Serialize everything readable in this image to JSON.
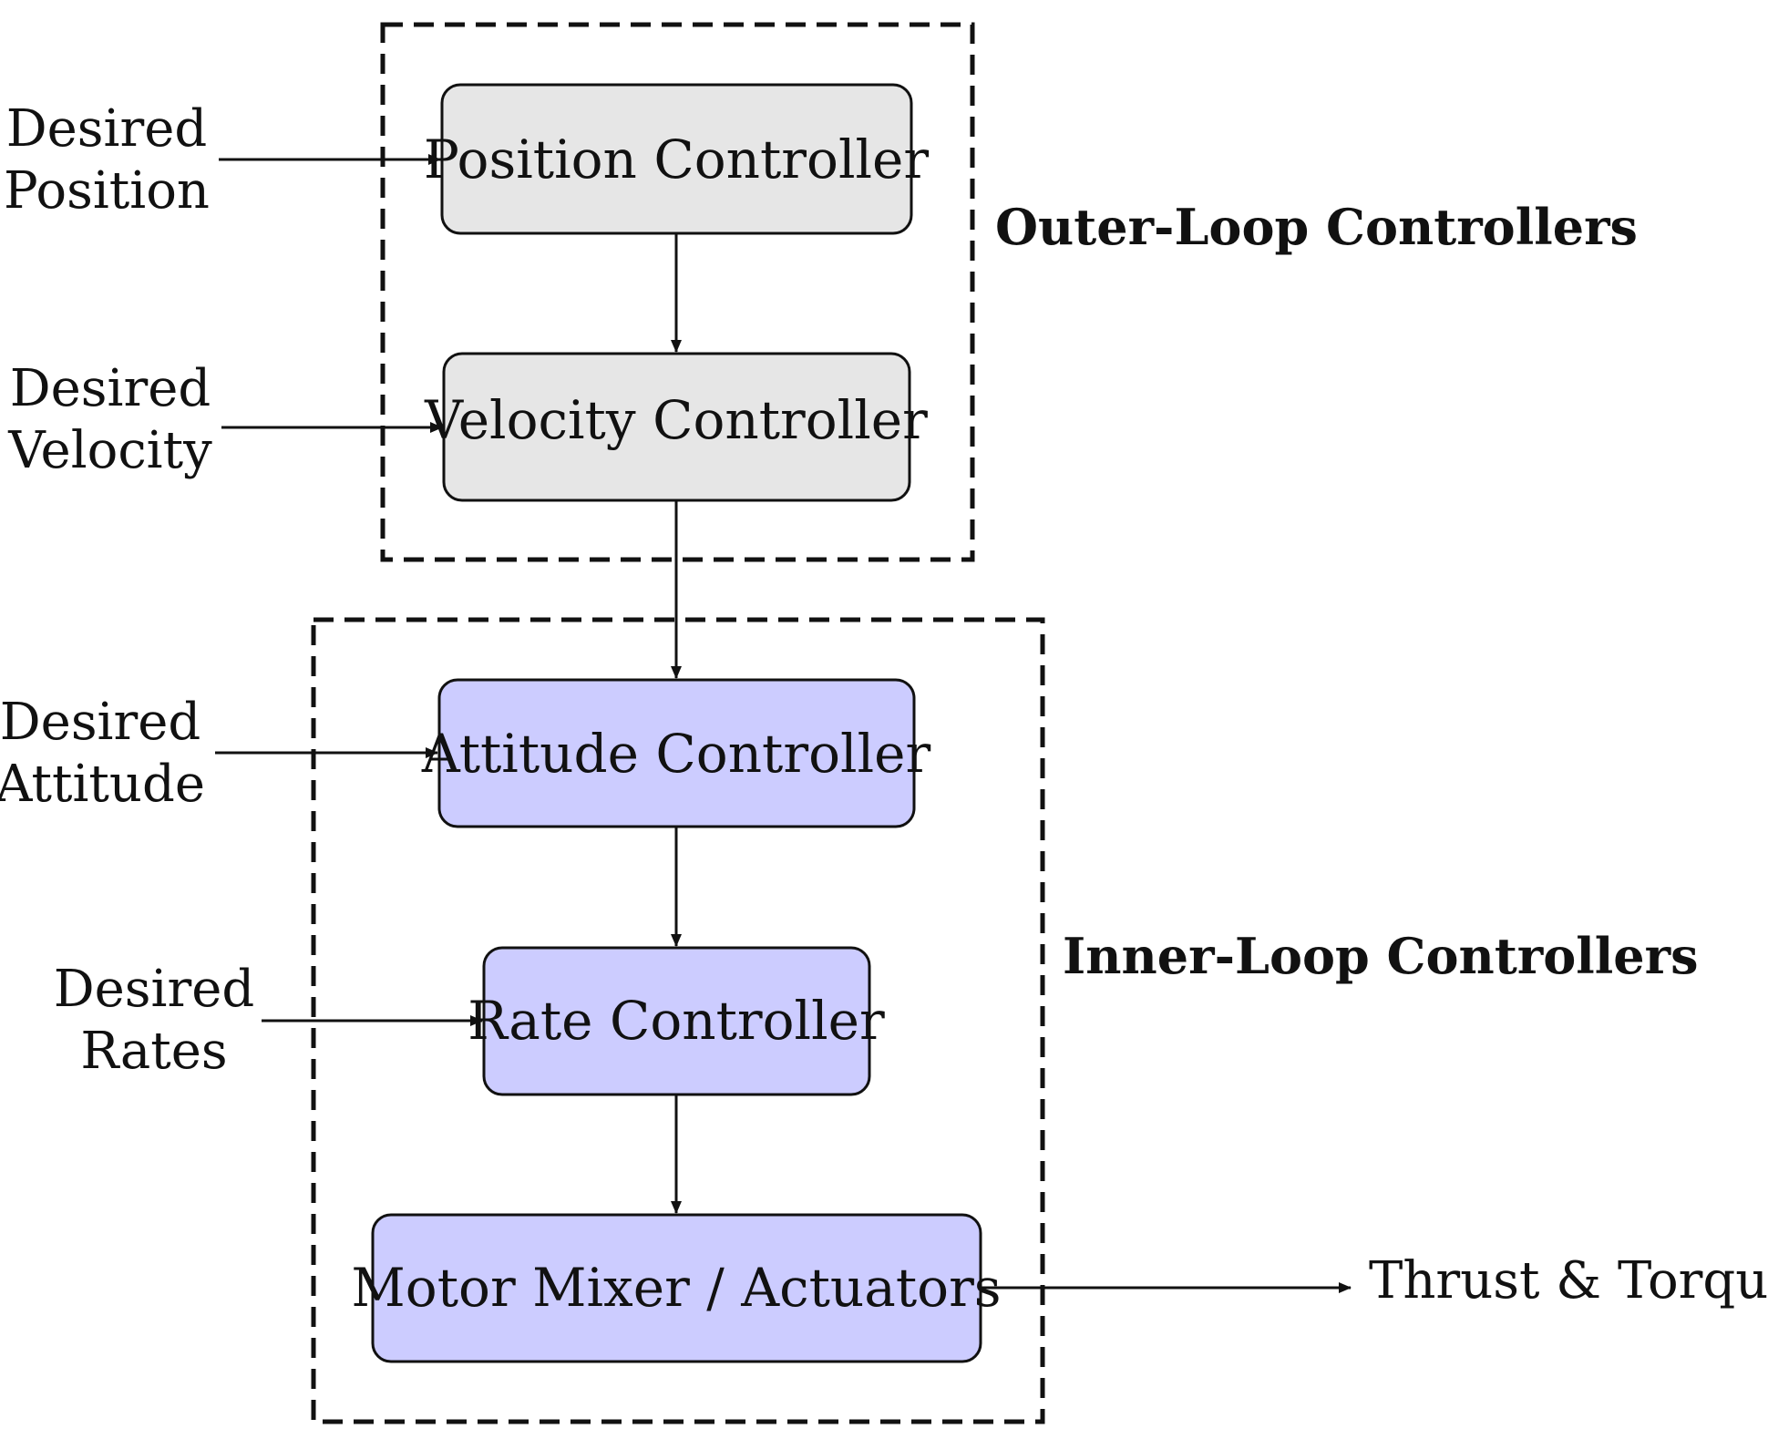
{
  "groups": {
    "outer": {
      "title": "Outer-Loop Controllers"
    },
    "inner": {
      "title": "Inner-Loop Controllers"
    }
  },
  "blocks": {
    "position": {
      "label": "Position Controller"
    },
    "velocity": {
      "label": "Velocity Controller"
    },
    "attitude": {
      "label": "Attitude Controller"
    },
    "rate": {
      "label": "Rate Controller"
    },
    "mixer": {
      "label": "Motor Mixer / Actuators"
    }
  },
  "inputs": {
    "position": {
      "line1": "Desired",
      "line2": "Position"
    },
    "velocity": {
      "line1": "Desired",
      "line2": "Velocity"
    },
    "attitude": {
      "line1": "Desired",
      "line2": "Attitude"
    },
    "rates": {
      "line1": "Desired",
      "line2": "Rates"
    }
  },
  "output": {
    "label": "Thrust & Torques"
  },
  "colors": {
    "outer_fill": "#e6e6e6",
    "inner_fill": "#ccccff",
    "stroke": "#111111"
  }
}
